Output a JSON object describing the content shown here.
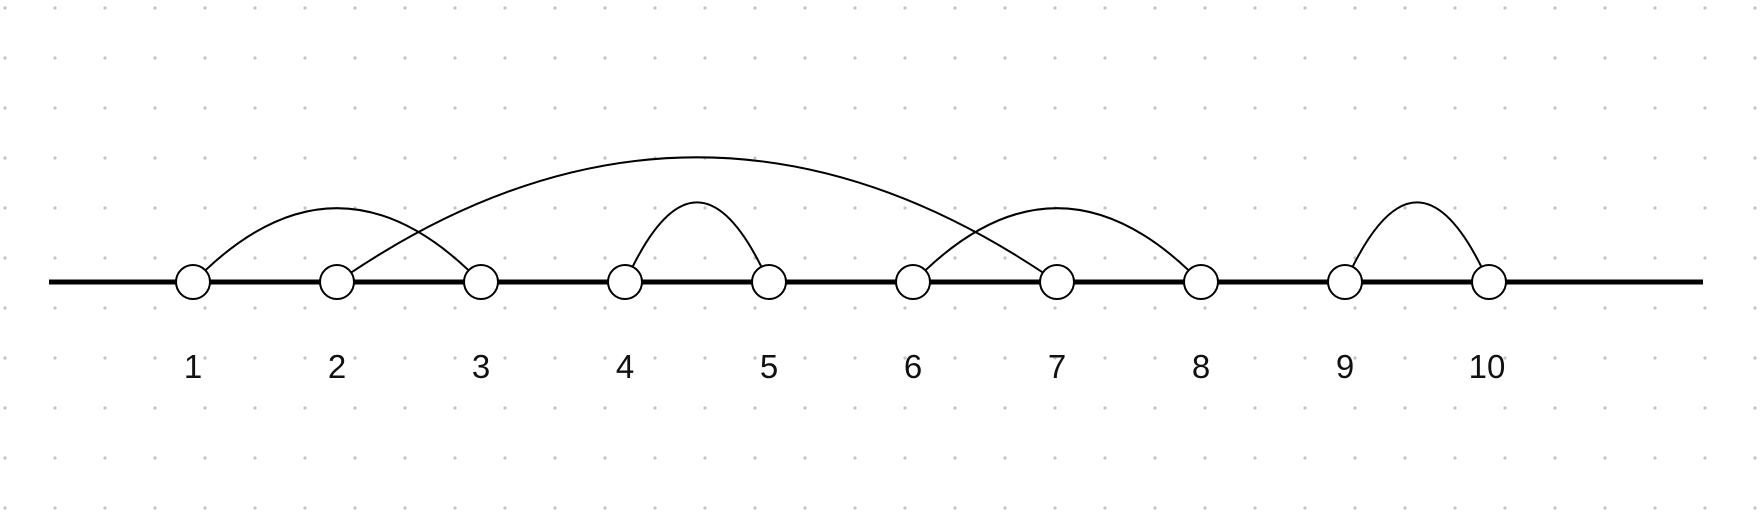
{
  "diagram": {
    "type": "arc-diagram",
    "line_color": "#000000",
    "node_fill": "#ffffff",
    "background": "#ffffff",
    "grid_dot_color": "#c4c4c4",
    "nodes": [
      "1",
      "2",
      "3",
      "4",
      "5",
      "6",
      "7",
      "8",
      "9",
      "10"
    ],
    "edges": [
      {
        "from": "1",
        "to": "3"
      },
      {
        "from": "2",
        "to": "7"
      },
      {
        "from": "4",
        "to": "5"
      },
      {
        "from": "6",
        "to": "8"
      },
      {
        "from": "9",
        "to": "10"
      }
    ]
  }
}
